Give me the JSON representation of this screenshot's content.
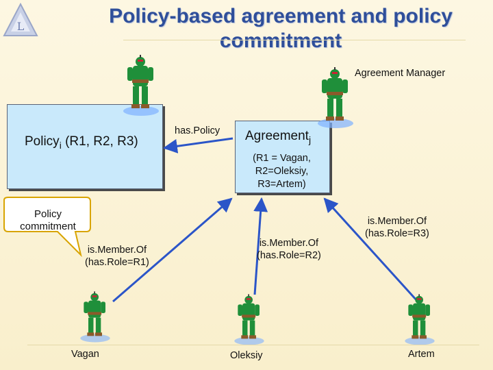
{
  "title": "Policy-based agreement and policy commitment",
  "agreement_manager_label": "Agreement  Manager",
  "policy": {
    "name": "Policy",
    "subscript": "i",
    "params": " (R1, R2, R3)"
  },
  "agreement": {
    "name": "Agreement",
    "subscript": "j",
    "roles": [
      "(R1 = Vagan,",
      "R2=Oleksiy,",
      "R3=Artem)"
    ]
  },
  "relations": {
    "has_policy": "has.Policy",
    "member_r1": [
      "is.Member.Of",
      "(has.Role=R1)"
    ],
    "member_r2": [
      "is.Member.Of",
      "(has.Role=R2)"
    ],
    "member_r3": [
      "is.Member.Of",
      "(has.Role=R3)"
    ]
  },
  "callout": [
    "Policy",
    "commitment"
  ],
  "agents": {
    "vagan": "Vagan",
    "oleksiy": "Oleksiy",
    "artem": "Artem"
  },
  "colors": {
    "title": "#2f4f9a",
    "arrow": "#2b55c8",
    "box_fill": "#c9e9fb",
    "agent": "#1f8f3a"
  }
}
